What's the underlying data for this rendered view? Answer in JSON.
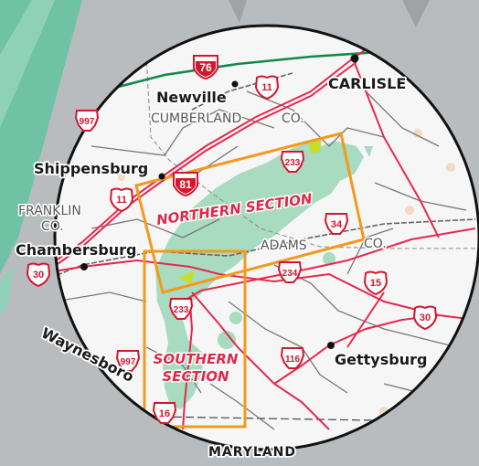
{
  "colors": {
    "background": "#b9bcbe",
    "map_fill": "#f6f6f6",
    "forest": "#a8dbc0",
    "outside_forest": "#6fc3a4",
    "highway": "#e5294f",
    "turnpike": "#138a48",
    "section_box": "#f29a1c",
    "rail": "#666666",
    "circle_border": "#111111"
  },
  "places": {
    "carlisle": "CARLISLE",
    "newville": "Newville",
    "shippensburg": "Shippensburg",
    "chambersburg": "Chambersburg",
    "gettysburg": "Gettysburg",
    "waynesboro": "Waynesboro",
    "maryland": "MARYLAND"
  },
  "regions": {
    "cumberland": "CUMBERLAND",
    "cumberland_co": "CO.",
    "franklin": "FRANKLIN",
    "franklin_co": "CO.",
    "adams": "ADAMS",
    "adams_co": "CO."
  },
  "sections": {
    "northern": "NORTHERN SECTION",
    "southern_line1": "SOUTHERN",
    "southern_line2": "SECTION"
  },
  "routes": {
    "i76": "76",
    "i81": "81",
    "us11_north": "11",
    "us11_west": "11",
    "us30_west": "30",
    "us30_east": "30",
    "us15": "15",
    "pa997_north": "997",
    "pa997_south": "997",
    "pa233_north": "233",
    "pa233_south": "233",
    "pa34": "34",
    "pa234": "234",
    "pa116": "116",
    "pa16": "16"
  },
  "icons": {
    "town": "town-dot-icon",
    "interstate": "interstate-shield-icon",
    "us_route": "us-route-shield-icon",
    "state_route": "keystone-shield-icon"
  }
}
